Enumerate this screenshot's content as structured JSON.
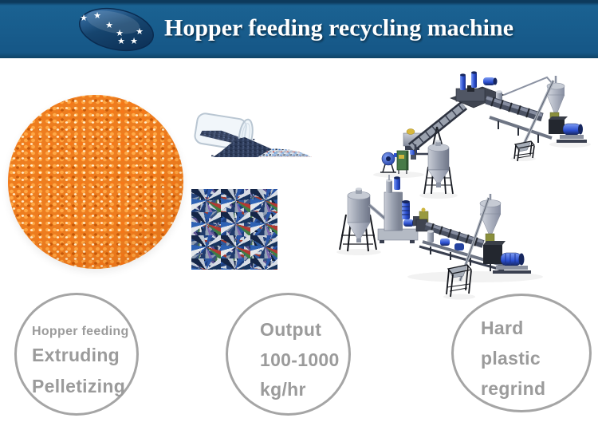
{
  "banner": {
    "title": "Hopper feeding recycling machine",
    "bg_color": "#165787",
    "logo_star_count": 7
  },
  "features": [
    {
      "lines": [
        "Hopper feeding",
        "Extruding",
        "Pelletizing"
      ]
    },
    {
      "lines": [
        "Output",
        "100-1000",
        "kg/hr"
      ]
    },
    {
      "lines": [
        "Hard",
        "plastic",
        "regrind"
      ]
    }
  ],
  "styles": {
    "feature_text_color": "#9b9b9b",
    "circle_border_color": "#a5a5a5",
    "machine_blue": "#2b4fd0",
    "pellet_orange": "#ed7d1f",
    "flake_navy": "#2c3a58"
  }
}
